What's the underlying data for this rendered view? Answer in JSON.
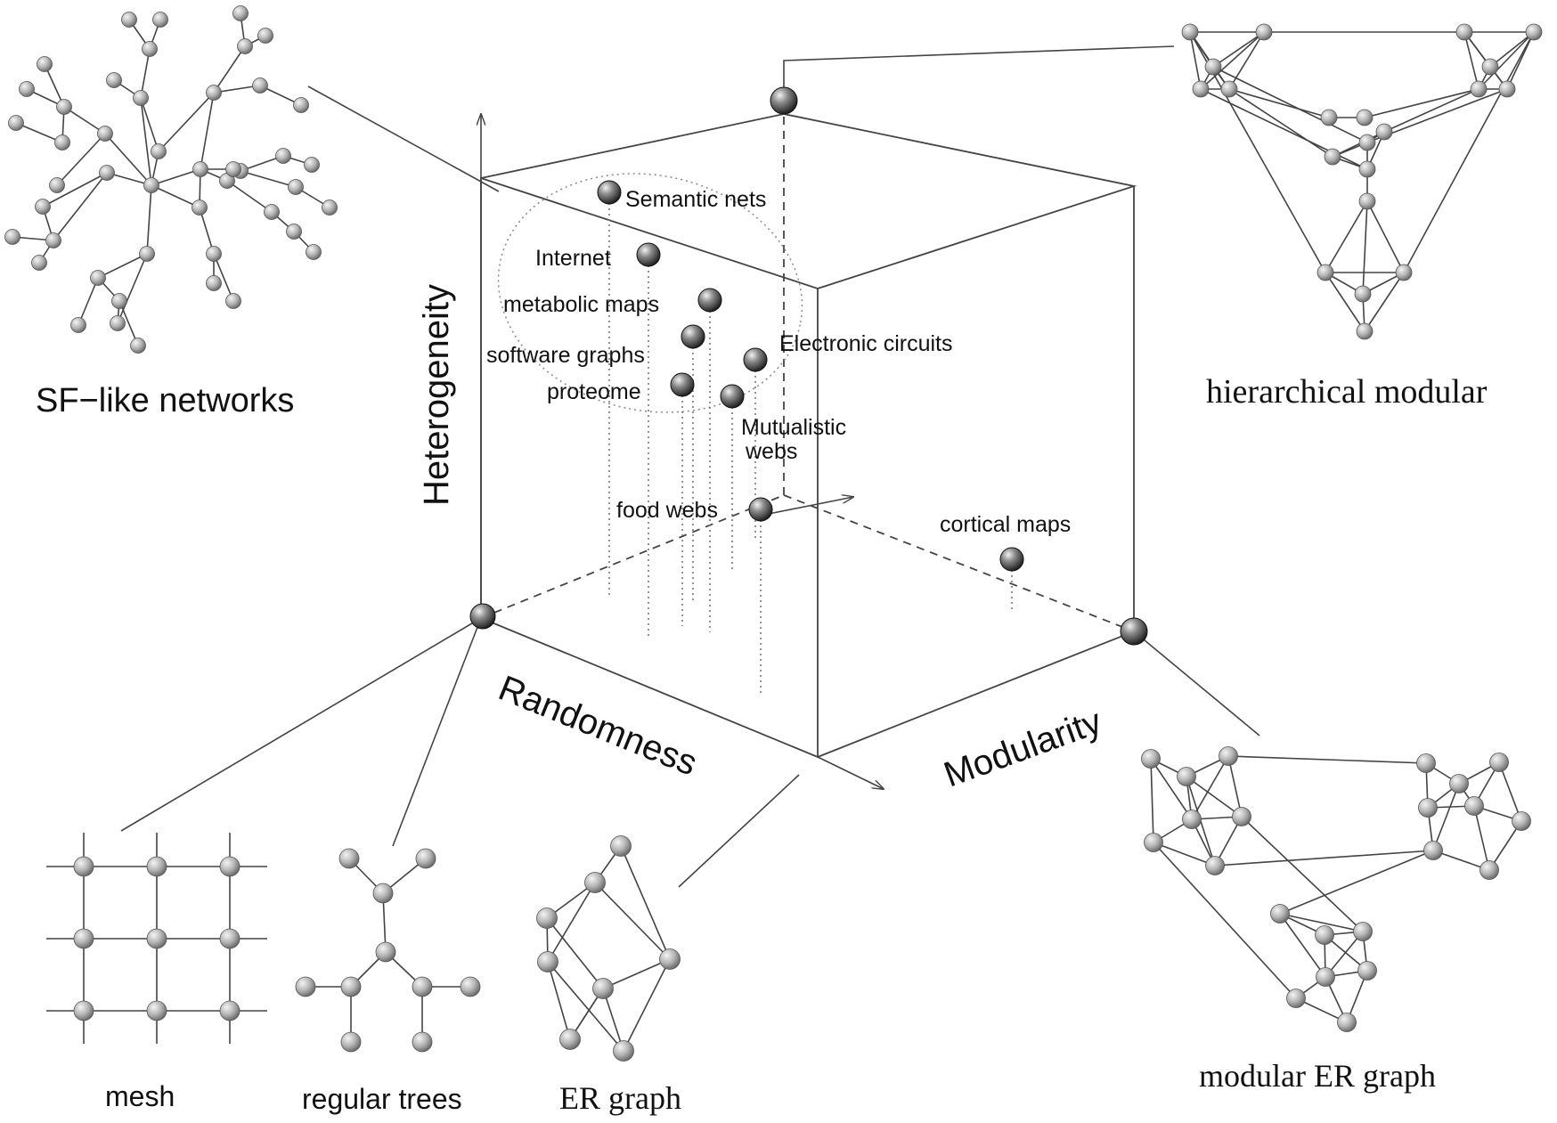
{
  "axes": {
    "heterogeneity": "Heterogeneity",
    "randomness": "Randomness",
    "modularity": "Modularity"
  },
  "networks": [
    {
      "key": "semantic",
      "label": "Semantic nets"
    },
    {
      "key": "internet",
      "label": "Internet"
    },
    {
      "key": "metabolic",
      "label": "metabolic maps"
    },
    {
      "key": "software",
      "label": "software graphs"
    },
    {
      "key": "electronic",
      "label": "Electronic circuits"
    },
    {
      "key": "proteome",
      "label": "proteome"
    },
    {
      "key": "mutualistic",
      "label": "Mutualistic"
    },
    {
      "key": "mutualistic2",
      "label": "webs"
    },
    {
      "key": "food",
      "label": "food webs"
    },
    {
      "key": "cortical",
      "label": "cortical maps"
    }
  ],
  "insets": {
    "sf": "SF−like networks",
    "hierarchical": "hierarchical modular",
    "mesh": "mesh",
    "trees": "regular trees",
    "er": "ER graph",
    "modular_er": "modular ER graph"
  },
  "colors": {
    "node_light": "#e2e2e2",
    "node_dark": "#6a6a6a",
    "sphere_light": "#f2f2f2",
    "sphere_dark": "#222222",
    "line": "#444444"
  }
}
